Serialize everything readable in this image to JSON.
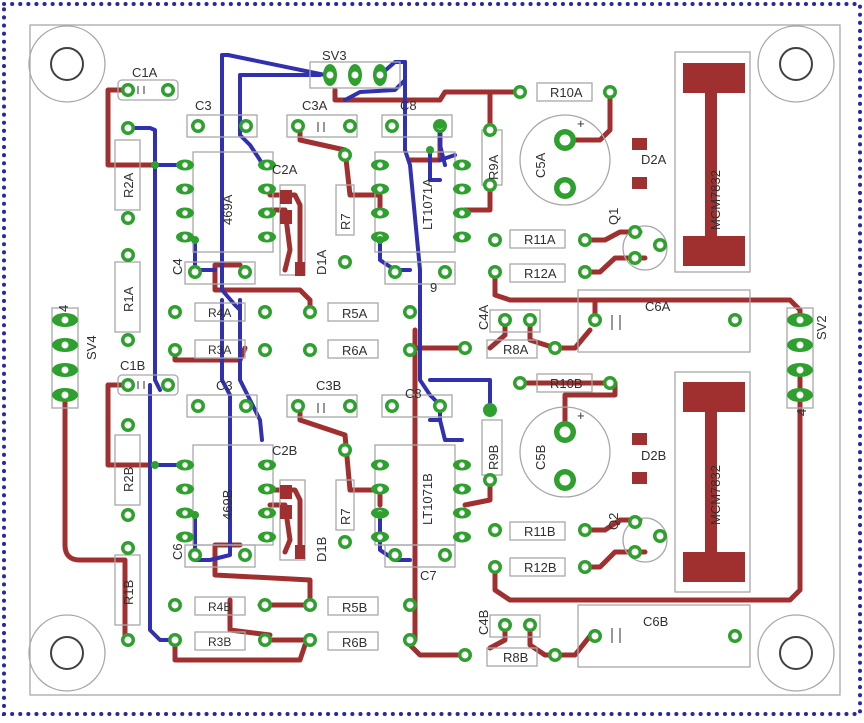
{
  "colors": {
    "top_trace": "#3030b0",
    "bottom_trace": "#a03030",
    "pad": "#2ea02e",
    "silk": "#a8a8a8",
    "label": "#303030",
    "frame_dots": "#2828a0"
  },
  "labels": {
    "sv3": "SV3",
    "sv4": "SV4",
    "sv4_pin": "4",
    "sv2": "SV2",
    "sv2_pin": "4",
    "c1a": "C1A",
    "c1b": "C1B",
    "c3": "C3",
    "c3a": "C3A",
    "c3b": "C3B",
    "c8": "C8",
    "c8b": "C8",
    "c2a": "C2A",
    "c2b": "C2B",
    "c4": "C4",
    "c6": "C6",
    "c7": "C7",
    "c9": "9",
    "r2a": "R2A",
    "r2b": "R2B",
    "r1a": "R1A",
    "r1b": "R1B",
    "ic1a": "469A",
    "ic1b": "469B",
    "ic2a": "LT1071A",
    "ic2b": "LT1071B",
    "r7a": "R7",
    "r7b": "R7",
    "d1a": "D1A",
    "d1b": "D1B",
    "r4a": "R4A",
    "r4b": "R4B",
    "r3a": "R3A",
    "r3b": "R3B",
    "r5a": "R5A",
    "r5b": "R5B",
    "r6a": "R6A",
    "r6b": "R6B",
    "r10a": "R10A",
    "r10b": "R10B",
    "r9a": "R9A",
    "r9b": "R9B",
    "c5a": "C5A",
    "c5b": "C5B",
    "d2a": "D2A",
    "d2b": "D2B",
    "mcm_a": "MCM7832",
    "mcm_b": "MCM7832",
    "r11a": "R11A",
    "r11b": "R11B",
    "r12a": "R12A",
    "r12b": "R12B",
    "q1": "Q1",
    "q2": "Q2",
    "c4a": "C4A",
    "c4b": "C4B",
    "r8a": "R8A",
    "r8b": "R8B",
    "c6a": "C6A",
    "c6b": "C6B",
    "plus": "+"
  }
}
